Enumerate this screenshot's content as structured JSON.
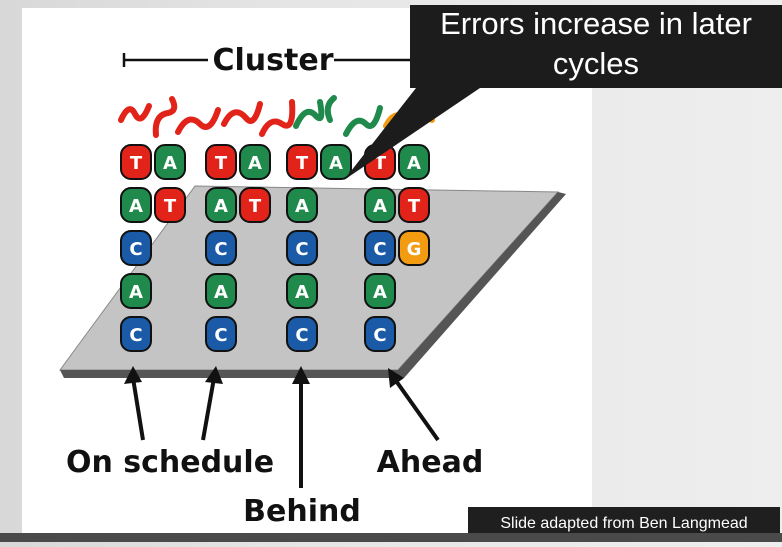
{
  "labels": {
    "cluster": "Cluster",
    "on_schedule": "On schedule",
    "behind": "Behind",
    "ahead": "Ahead"
  },
  "callout": {
    "line1": "Errors increase in later",
    "line2": "cycles"
  },
  "credit": "Slide adapted from Ben Langmead",
  "colors": {
    "A": "#1f8a4c",
    "T": "#e2231a",
    "C": "#1a5aa6",
    "G": "#f39c12",
    "plate": "#bfbfbf",
    "callout_bg": "#1c1c1c"
  },
  "strands": [
    {
      "name": "on-schedule",
      "left": [
        "T",
        "A",
        "C",
        "A",
        "C"
      ],
      "right": [
        "A",
        "T"
      ],
      "tail_colors": [
        "#e2231a",
        "#e2231a"
      ]
    },
    {
      "name": "on-schedule-2",
      "left": [
        "T",
        "A",
        "C",
        "A",
        "C"
      ],
      "right": [
        "A",
        "T"
      ],
      "tail_colors": [
        "#e2231a",
        "#e2231a"
      ]
    },
    {
      "name": "behind",
      "left": [
        "T",
        "A",
        "C",
        "A",
        "C"
      ],
      "right": [
        "A"
      ],
      "tail_colors": [
        "#e2231a",
        "#1f8a4c"
      ]
    },
    {
      "name": "ahead",
      "left": [
        "T",
        "A",
        "C",
        "A",
        "C"
      ],
      "right": [
        "A",
        "T",
        "G"
      ],
      "tail_colors": [
        "#1f8a4c",
        "#f39c12"
      ]
    }
  ]
}
